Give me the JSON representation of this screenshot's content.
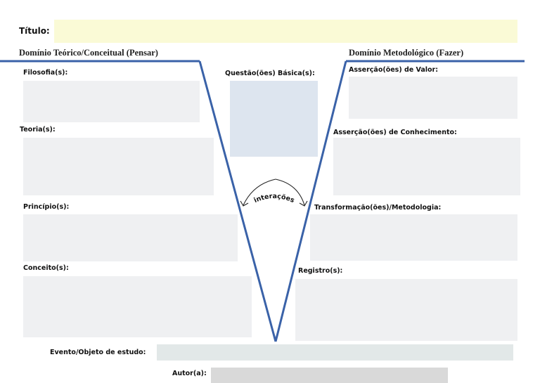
{
  "header": {
    "title_label": "Título:"
  },
  "domains": {
    "left": "Domínio Teórico/Conceitual (Pensar)",
    "right": "Domínio Metodológico (Fazer)"
  },
  "left_fields": {
    "filosofia": "Filosofia(s):",
    "teoria": "Teoria(s):",
    "principio": "Princípio(s):",
    "conceito": "Conceito(s):"
  },
  "center": {
    "questao": "Questão(ões) Básica(s):",
    "interacoes": "interações"
  },
  "right_fields": {
    "valor": "Asserção(ões) de Valor:",
    "conhecimento": "Asserção(ões) de Conhecimento:",
    "transformacao": "Transformação(ões)/Metodologia:",
    "registro": "Registro(s):"
  },
  "footer": {
    "evento": "Evento/Objeto de estudo:",
    "autor": "Autor(a):"
  },
  "colors": {
    "v_line": "#3a62a8",
    "title_box": "#fafad6",
    "question_box": "#dde5ef",
    "field_box": "#eff0f2",
    "event_box": "#e2e8e8",
    "author_box": "#d9d9d9"
  }
}
